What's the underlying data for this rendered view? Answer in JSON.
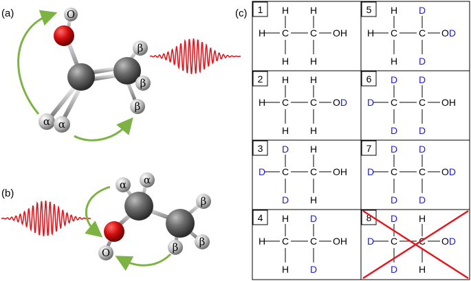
{
  "panel_labels": {
    "a": "(a)",
    "b": "(b)",
    "c": "(c)"
  },
  "molecule_a": {
    "oxygen": "O",
    "alpha1": "α",
    "alpha2": "α",
    "beta1": "β",
    "beta2": "β",
    "beta3": "β"
  },
  "molecule_b": {
    "oxygen": "O",
    "alpha1": "α",
    "alpha2": "α",
    "beta1": "β",
    "beta2": "β",
    "beta3": "β"
  },
  "structures": [
    {
      "num": "1",
      "top1": "H",
      "top2": "H",
      "left": "H",
      "bot1": "H",
      "bot2": "H",
      "tail_o": "OH",
      "tail_x": ""
    },
    {
      "num": "5",
      "top1": "H",
      "top2": "D",
      "left": "H",
      "bot1": "H",
      "bot2": "D",
      "tail_o": "O",
      "tail_x": "D"
    },
    {
      "num": "2",
      "top1": "H",
      "top2": "H",
      "left": "H",
      "bot1": "H",
      "bot2": "H",
      "tail_o": "O",
      "tail_x": "D"
    },
    {
      "num": "6",
      "top1": "D",
      "top2": "D",
      "left": "D",
      "bot1": "D",
      "bot2": "D",
      "tail_o": "OH",
      "tail_x": ""
    },
    {
      "num": "3",
      "top1": "D",
      "top2": "H",
      "left": "D",
      "bot1": "D",
      "bot2": "H",
      "tail_o": "OH",
      "tail_x": ""
    },
    {
      "num": "7",
      "top1": "D",
      "top2": "D",
      "left": "D",
      "bot1": "D",
      "bot2": "D",
      "tail_o": "O",
      "tail_x": "D"
    },
    {
      "num": "4",
      "top1": "H",
      "top2": "D",
      "left": "H",
      "bot1": "H",
      "bot2": "D",
      "tail_o": "OH",
      "tail_x": ""
    },
    {
      "num": "8",
      "top1": "D",
      "top2": "H",
      "left": "D",
      "bot1": "D",
      "bot2": "H",
      "tail_o": "O",
      "tail_x": "D"
    }
  ],
  "carbon": "C",
  "colors": {
    "hydrogen": "#000000",
    "deuterium": "#1b1be0",
    "arrow": "#7cb342",
    "pulse": "#e8141c",
    "cross": "#e8141c"
  }
}
